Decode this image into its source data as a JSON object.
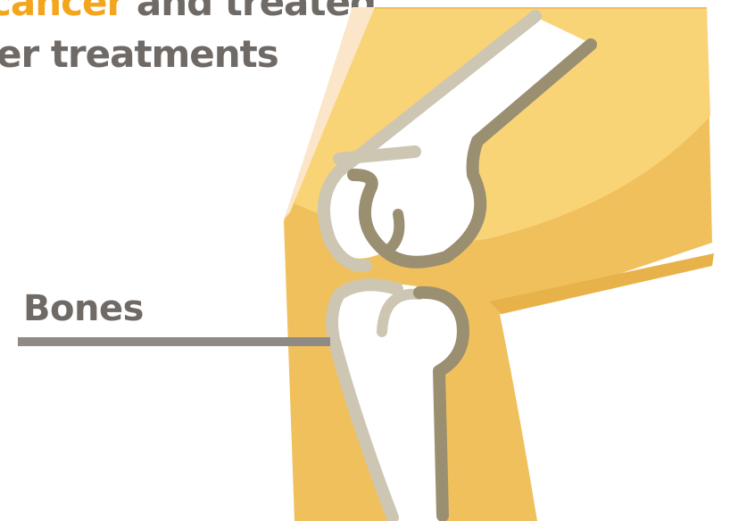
{
  "heading": {
    "line1_accent": "cancer",
    "line1_rest": " and treated",
    "line2": "er treatments"
  },
  "labels": {
    "bones": "Bones"
  },
  "colors": {
    "accent": "#f3a51c",
    "text": "#6f6a66",
    "skin_dark": "#f0c05c",
    "skin_light": "#f9d477",
    "bone_fill": "#ffffff",
    "bone_outline_light": "#cdc6b3",
    "bone_outline_dark": "#9b8f72",
    "leader_line": "#8f8a86"
  }
}
